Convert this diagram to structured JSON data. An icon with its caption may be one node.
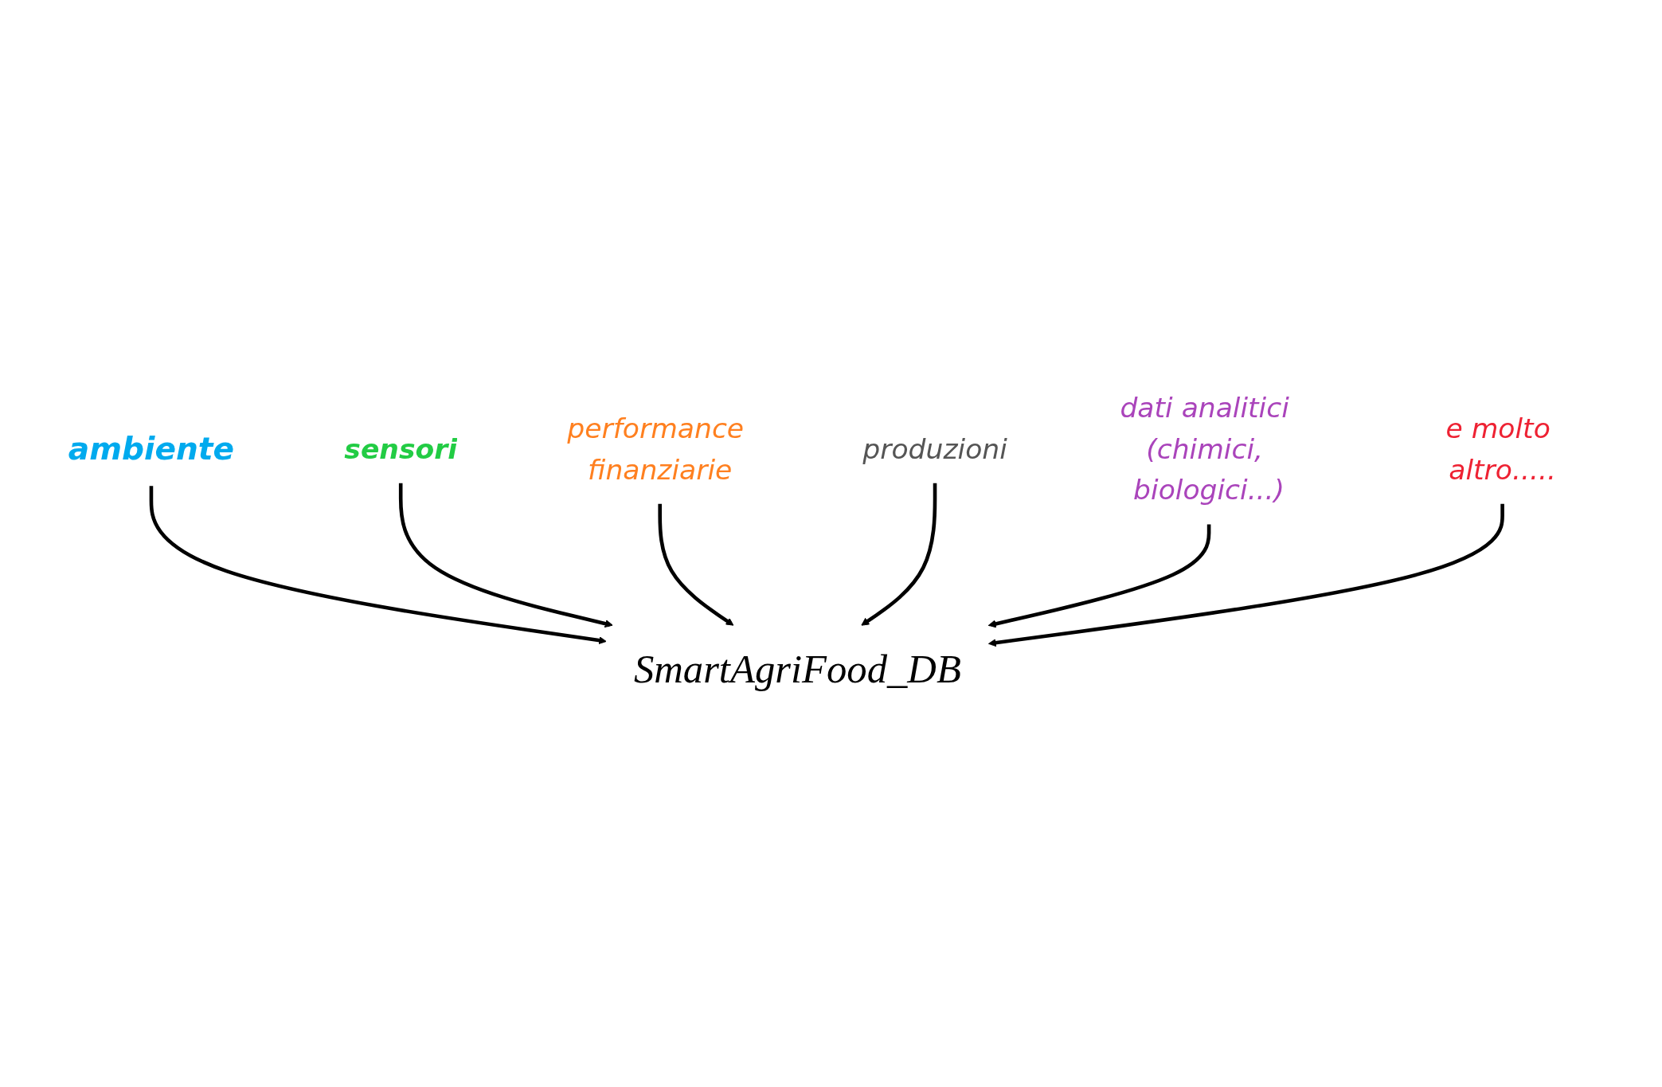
{
  "diagram": {
    "nodes": [
      {
        "text": [
          "SmartAgriFood_DB"
        ]
      },
      {
        "text": [
          "sensori"
        ]
      },
      {
        "text": [
          "performance finanziarie"
        ]
      },
      {
        "text": [
          "ambiente"
        ]
      },
      {
        "text": [
          "produzioni"
        ]
      },
      {
        "text": [
          "dati analitici (chimici, biologici...)"
        ]
      },
      {
        "text": [
          "e molto altro....."
        ]
      }
    ],
    "edges": [
      {
        "from": 3,
        "to": 0,
        "arrow": "to"
      },
      {
        "from": 1,
        "to": 0,
        "arrow": "to"
      },
      {
        "from": 2,
        "to": 0,
        "arrow": "to"
      },
      {
        "from": 4,
        "to": 0,
        "arrow": "to"
      },
      {
        "from": 5,
        "to": 0,
        "arrow": "to"
      },
      {
        "from": 6,
        "to": 0,
        "arrow": "to"
      }
    ]
  }
}
